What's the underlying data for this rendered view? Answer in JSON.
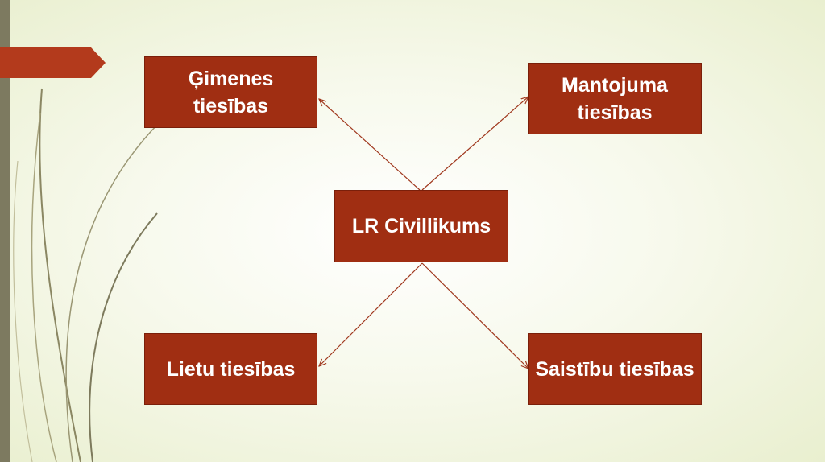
{
  "diagram": {
    "center": {
      "label": "LR Civillikums"
    },
    "nodes": [
      {
        "id": "top-left",
        "label": "Ģimenes tiesības"
      },
      {
        "id": "top-right",
        "label": "Mantojuma tiesības"
      },
      {
        "id": "bottom-left",
        "label": "Lietu tiesības"
      },
      {
        "id": "bottom-right",
        "label": "Saistību tiesības"
      }
    ]
  },
  "colors": {
    "box_fill": "#a02e12",
    "connector": "#a0381e",
    "side_bar": "#7d7a60",
    "ribbon": "#b33a1c"
  }
}
